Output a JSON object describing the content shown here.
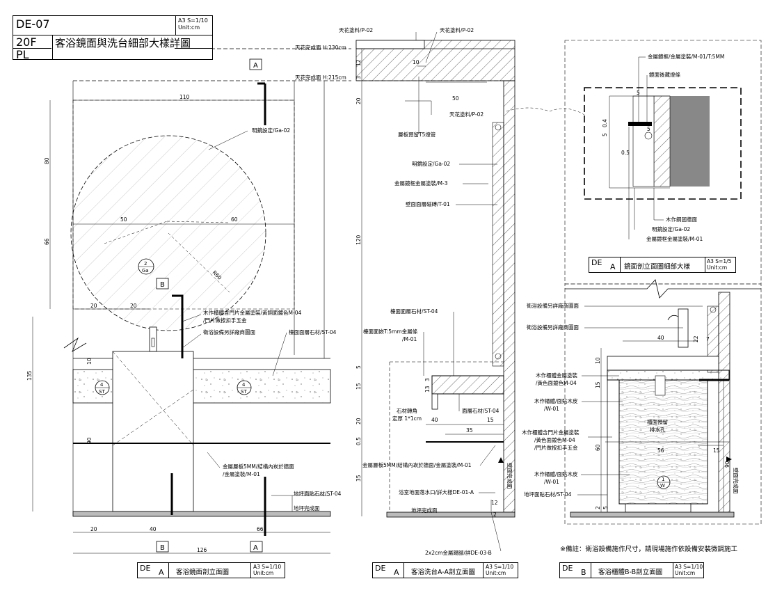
{
  "title_block": {
    "sheet_no": "DE-07",
    "paper_scale": "A3 S=1/10",
    "unit": "Unit:cm",
    "floor": "20F",
    "discipline": "PL",
    "title": "客浴鏡面與洗台細部大樣詳圖"
  },
  "ceiling": {
    "finish_230": "天花完成面 H:230cm",
    "finish_215": "天花完成面 H:215cm",
    "paint_p02": "天花塗料/P-02"
  },
  "section_tags": {
    "a": "A",
    "b": "B"
  },
  "view1": {
    "dims": {
      "w110": "110",
      "w50": "50",
      "w60": "60",
      "w20a": "20",
      "w20b": "20",
      "h80": "80",
      "h66": "66",
      "h135": "135",
      "h10": "10",
      "h90": "90",
      "b20": "20",
      "b40": "40",
      "b66": "66",
      "b126": "126"
    },
    "mirror_tag": {
      "num": "2",
      "code": "Ga"
    },
    "radius": "R60",
    "stone_tag": {
      "num": "4",
      "code": "ST"
    },
    "labels": {
      "mirror": "明鏡設定/Ga-02",
      "cabinet1": "木作櫃體含門片金屬塗裝/黃銅面鍍色M-04",
      "cabinet2": "/門片做按扣手五金",
      "fixture": "衛浴設備另詳廠商圖面",
      "stone_top": "檯面面層石材/ST-04",
      "metal1": "金屬層板5MM/結構內崁於牆面",
      "metal2": "/金屬塗裝/M-01",
      "floor_stone": "地坪面貼石材/ST-04",
      "floor_finish": "地坪完成面"
    },
    "caption": {
      "code": "DE",
      "letter": "A",
      "name": "客浴鏡面剖立面圖",
      "scale": "A3 S=1/10",
      "unit": "Unit:cm"
    }
  },
  "view2": {
    "dims": {
      "d12": "12",
      "d3": "3",
      "d20": "20",
      "d120": "120",
      "d5": "5",
      "d15": "15",
      "d20b": "20",
      "d05": "0.5",
      "d35": "35",
      "t10": "10",
      "t50": "50",
      "t40": "40",
      "t15": "15",
      "t35": "35",
      "t3": "3",
      "t13": "13",
      "t12": "12",
      "t2": "2"
    },
    "labels": {
      "lamp": "層板預留T5燈管",
      "mirror": "明鏡設定/Ga-02",
      "frame": "金屬鏡框金屬塗裝/M-3",
      "tile": "壁面面層磁磚/T-01",
      "stone_top": "檯面面層石材/ST-04",
      "metal_plate1": "檯面面嵌T:5mm金屬條",
      "metal_plate2": "/M-01",
      "chamfer1": "石材轉角",
      "chamfer2": "定厚 1*1cm",
      "stone_face": "面層石材/ST-04",
      "metal_shelf": "金屬層板5MM/結構內崁於牆面/金屬塗裝/M-01",
      "drain": "浴室地面落水口/詳大樣DE-01-A",
      "floor_finish": "地坪完成面",
      "wall_finish": "壁面完成面",
      "trim": "2x2cm金屬踢腳/詳DE-03-B"
    },
    "caption": {
      "code": "DE",
      "letter": "A",
      "name": "客浴洗台A-A剖立面圖",
      "scale": "A3 S=1/10",
      "unit": "Unit:cm"
    }
  },
  "detail": {
    "dims": {
      "d5a": "5",
      "d04": "0.4",
      "d5b": "5",
      "d5c": "5",
      "d05": "0.5"
    },
    "labels": {
      "frame": "金屬鏡框/金屬塗裝/M-01/T:5MM",
      "lamp": "鏡面後藏燈條",
      "wood": "木作鋼固牆面",
      "mirror": "明鏡設定/Ga-02",
      "frame2": "金屬鏡框金屬塗裝/M-01"
    },
    "caption": {
      "code": "DE",
      "letter": "A",
      "name": "鏡面剖立面圖細部大樣",
      "scale": "A3 S=1/5",
      "unit": "Unit:cm"
    }
  },
  "view3": {
    "dims": {
      "d40": "40",
      "d22": "22",
      "d7": "7",
      "d10": "10",
      "d15": "15",
      "d60": "60",
      "d90": "90",
      "d2": "2",
      "d5": "5",
      "d56": "56",
      "d15b": "15"
    },
    "wood_tag": {
      "num": "1",
      "code": "W"
    },
    "labels": {
      "fixture1": "衛浴設備另詳廠商圖面",
      "fixture2": "衛浴設備另詳廠商圖面",
      "cabinet_a1": "木作櫃體金屬塗裝",
      "cabinet_a2": "/黃色面鍍色M-04",
      "veneer_a1": "木作櫃體/面貼木皮",
      "veneer_a2": "/W-01",
      "drain1": "櫃面預留",
      "drain2": "排水孔",
      "cabinet_b1": "木作櫃體含門片金屬塗裝",
      "cabinet_b2": "/黃色面鍍色M-04",
      "cabinet_b3": "/門片做按扣手五金",
      "veneer_b1": "木作櫃體/面貼木皮",
      "veneer_b2": "/W-01",
      "floor_stone": "地坪面貼石材/ST-04",
      "wall_finish": "壁面完成面"
    },
    "caption": {
      "code": "DE",
      "letter": "B",
      "name": "客浴櫃體B-B剖立面圖",
      "scale": "A3 S=1/10",
      "unit": "Unit:cm"
    }
  },
  "remark": "※備註：衛浴設備施作尺寸，請現場施作依設備安裝微調施工"
}
